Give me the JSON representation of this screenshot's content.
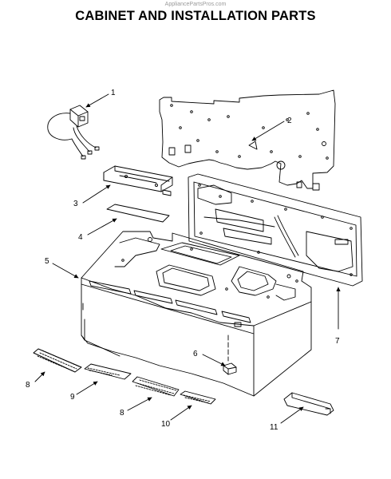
{
  "watermark": "AppliancePartsPros.com",
  "title": "CABINET AND INSTALLATION PARTS",
  "callouts": [
    {
      "id": "callout-1",
      "label": "1"
    },
    {
      "id": "callout-2",
      "label": "2"
    },
    {
      "id": "callout-3",
      "label": "3"
    },
    {
      "id": "callout-4",
      "label": "4"
    },
    {
      "id": "callout-5",
      "label": "5"
    },
    {
      "id": "callout-6",
      "label": "6"
    },
    {
      "id": "callout-7",
      "label": "7"
    },
    {
      "id": "callout-8a",
      "label": "8"
    },
    {
      "id": "callout-9",
      "label": "9"
    },
    {
      "id": "callout-8b",
      "label": "8"
    },
    {
      "id": "callout-10",
      "label": "10"
    },
    {
      "id": "callout-11",
      "label": "11"
    }
  ]
}
